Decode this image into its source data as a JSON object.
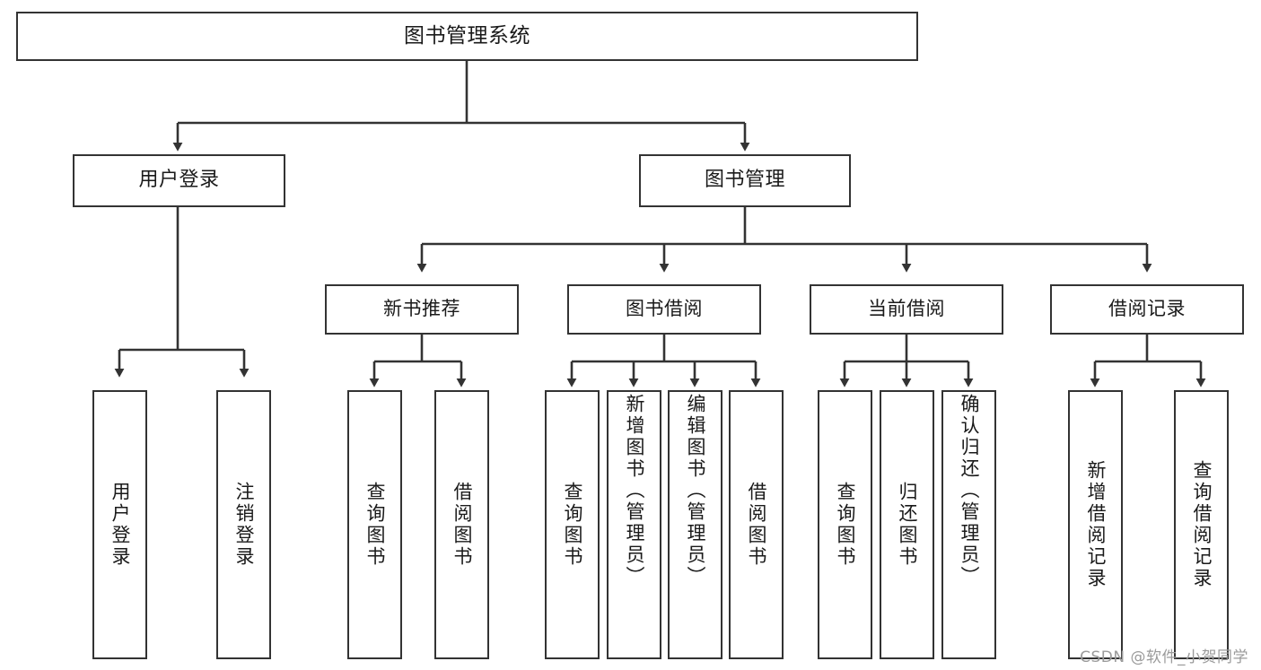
{
  "diagram": {
    "title": "图书管理系统",
    "type": "function-structure-tree",
    "watermark": "CSDN @软件_小贺同学",
    "colors": {
      "node_border": "#333333",
      "node_fill": "#ffffff",
      "edge": "#333333",
      "text": "#1a1a1a",
      "watermark": "#9b9b9b",
      "background": "#ffffff"
    },
    "root": {
      "label": "图书管理系统"
    },
    "level2": [
      {
        "label": "用户登录"
      },
      {
        "label": "图书管理"
      }
    ],
    "level3": [
      {
        "label": "新书推荐"
      },
      {
        "label": "图书借阅"
      },
      {
        "label": "当前借阅"
      },
      {
        "label": "借阅记录"
      }
    ],
    "leaves": {
      "user_login": [
        {
          "label": "用户登录"
        },
        {
          "label": "注销登录"
        }
      ],
      "new_book": [
        {
          "label": "查询图书"
        },
        {
          "label": "借阅图书"
        }
      ],
      "book_borrow": [
        {
          "label": "查询图书"
        },
        {
          "label": "新增图书（管理员）"
        },
        {
          "label": "编辑图书（管理员）"
        },
        {
          "label": "借阅图书"
        }
      ],
      "current_borrow": [
        {
          "label": "查询图书"
        },
        {
          "label": "归还图书"
        },
        {
          "label": "确认归还（管理员）"
        }
      ],
      "borrow_record": [
        {
          "label": "新增借阅记录"
        },
        {
          "label": "查询借阅记录"
        }
      ]
    }
  }
}
